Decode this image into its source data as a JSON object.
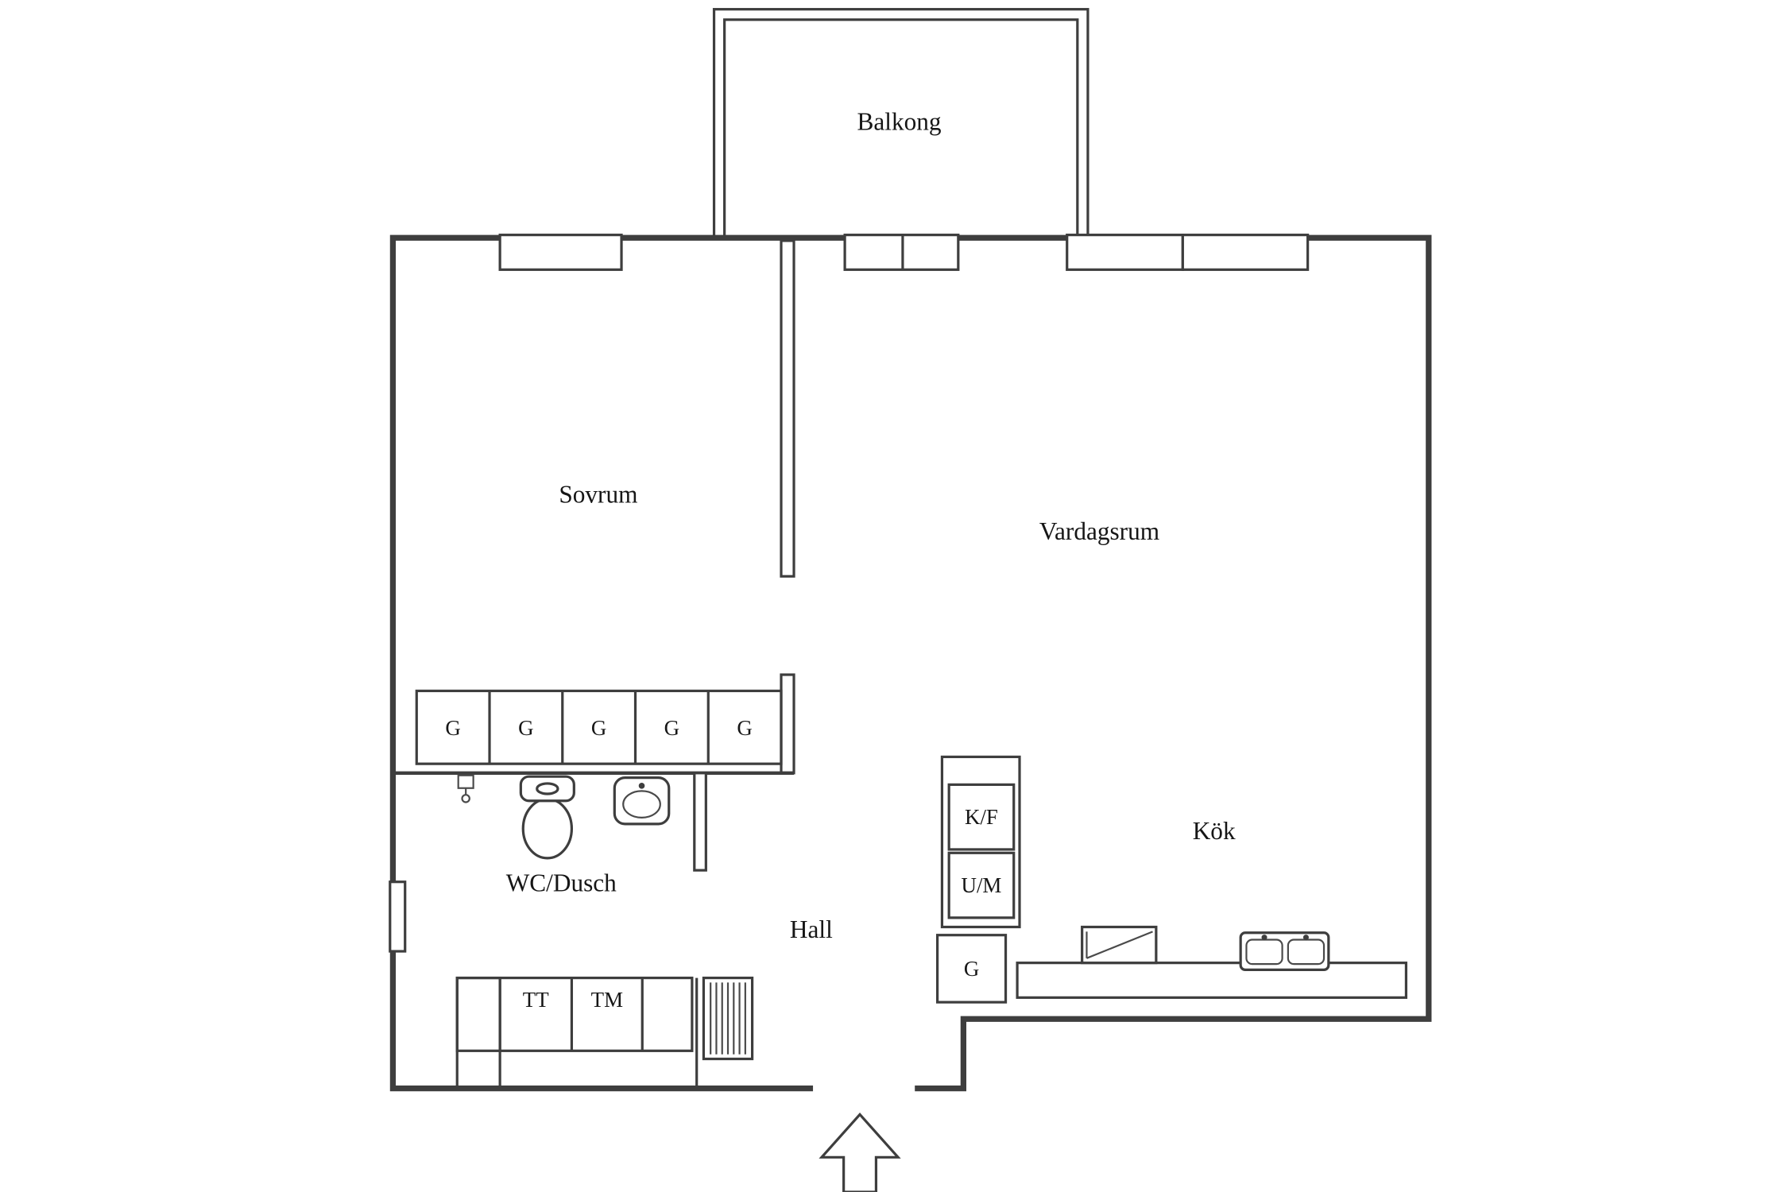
{
  "page": {
    "title": "Apartment floor plan",
    "background": "#ffffff"
  },
  "colors": {
    "wall": "#3e3e3e",
    "thin_line": "#4a4a4a",
    "text": "#161616"
  },
  "rooms": {
    "balkong": {
      "label": "Balkong"
    },
    "sovrum": {
      "label": "Sovrum"
    },
    "vardagsrum": {
      "label": "Vardagsrum"
    },
    "kok": {
      "label": "Kök"
    },
    "wc_dusch": {
      "label": "WC/Dusch"
    },
    "hall": {
      "label": "Hall"
    }
  },
  "fixtures": {
    "wardrobe_label": "G",
    "fridge_freezer_label": "K/F",
    "oven_microwave_label": "U/M",
    "tumble_dryer_label": "TT",
    "washing_machine_label": "TM"
  },
  "icons": {
    "toilet": "toilet-icon",
    "washbasin": "washbasin-icon",
    "paper_holder": "paper-holder-icon",
    "radiator": "radiator-icon",
    "dishwasher": "dishwasher-icon",
    "kitchen_sink": "kitchen-sink-icon",
    "entrance_arrow": "entrance-arrow-icon"
  }
}
